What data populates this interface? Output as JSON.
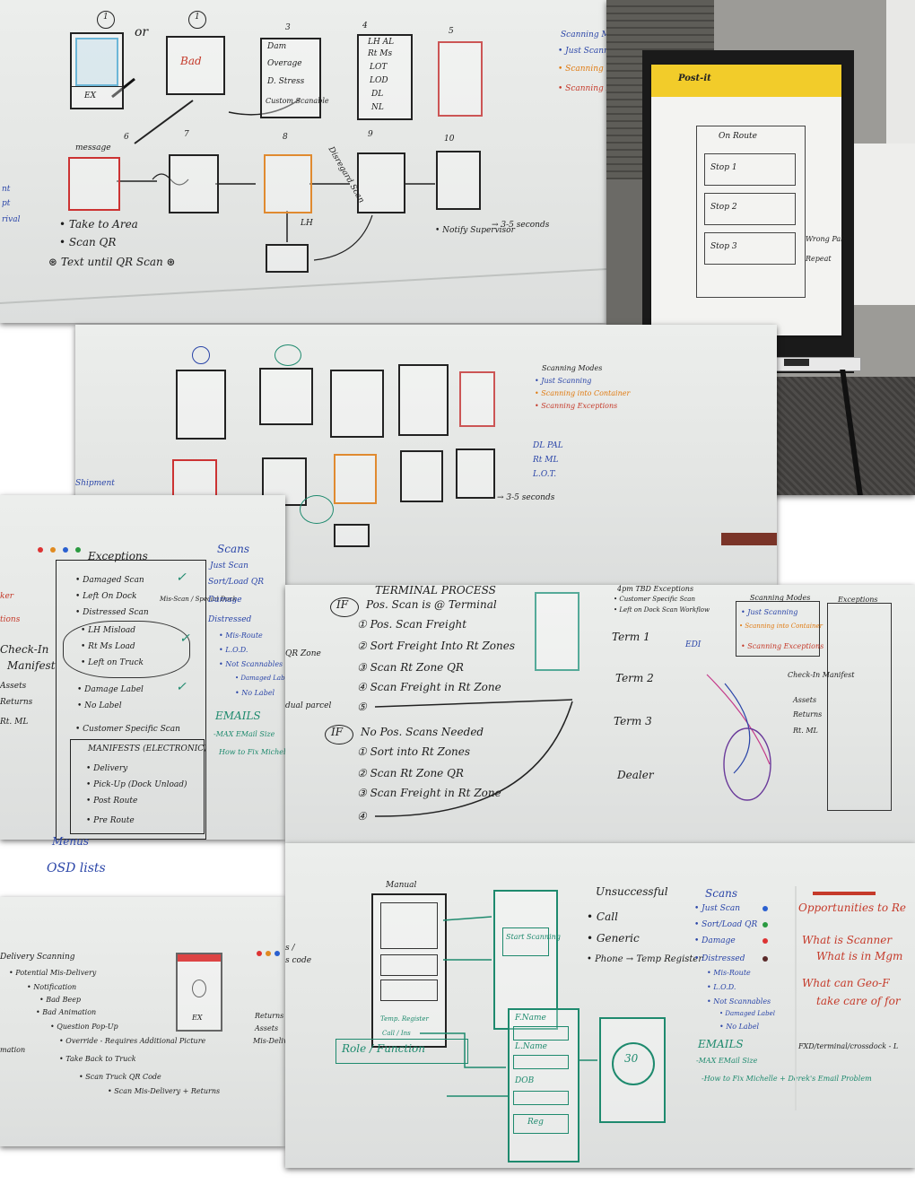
{
  "top_board": {
    "step_numbers": [
      "1",
      "1",
      "3",
      "4",
      "5",
      "6",
      "7",
      "8",
      "9",
      "10"
    ],
    "or_label": "or",
    "ex_label": "EX",
    "bad_label": "Bad",
    "list_items": [
      "Dam",
      "Overage",
      "D. Stress",
      "Custom Scanable"
    ],
    "list4_items": [
      "LH AL",
      "Rt Ms",
      "LOT",
      "LOD",
      "DL",
      "NL"
    ],
    "message_label": "message",
    "bullets": [
      "• Take to Area",
      "• Scan QR",
      "⊛ Text until QR Scan ⊛"
    ],
    "notify": "• Notify Supervisor",
    "seconds": "→ 3-5 seconds",
    "lh_label": "LH",
    "disreg": "Disregard Scan",
    "right_heading": "Scanning Modes",
    "right_modes": [
      "• Just Scanning",
      "• Scanning into Container",
      "• Scanning Exceptions"
    ],
    "left_fragments": [
      "nt",
      "pt",
      "rival"
    ]
  },
  "easel": {
    "brand": "Post-it",
    "header": "On Route",
    "stops": [
      "Stop 1",
      "Stop 2",
      "Stop 3"
    ],
    "side_notes": [
      "Wrong Pallet",
      "Repeat"
    ]
  },
  "middle_board": {
    "modes_heading": "Scanning Modes",
    "modes": [
      "• Just Scanning",
      "• Scanning into Container",
      "• Scanning Exceptions"
    ],
    "circled": [
      "DL PAL",
      "Rt ML",
      "L.O.T."
    ],
    "shipment": "Shipment",
    "seconds": "→ 3-5 seconds"
  },
  "exceptions_board": {
    "title": "Exceptions",
    "items": [
      "• Damaged Scan",
      "• Left On Dock",
      "• Distressed Scan",
      "• LH Misload",
      "• Rt Ms Load",
      "• Left on Truck",
      "• Damage Label",
      "• No Label",
      "• Customer Specific Scan"
    ],
    "mis_special": "Mis-Scan / Special Dock",
    "manifests": "MANIFESTS (ELECTRONIC)",
    "manifest_items": [
      "• Delivery",
      "• Pick-Up (Dock Unload)",
      "• Post Route",
      "• Pre Route"
    ],
    "scans_heading": "Scans",
    "scans": [
      "Just Scan",
      "Sort/Load QR",
      "Damage",
      "Distressed"
    ],
    "distressed_sub": [
      "• Mis-Route",
      "• L.O.D.",
      "• Not Scannables"
    ],
    "nonscan_sub": [
      "• Damaged Label",
      "• No Label"
    ],
    "emails": "EMAILS",
    "emails_sub": [
      "-MAX EMail Size",
      "How to Fix Michelle"
    ],
    "left_items": [
      "Check-In",
      "Manifest",
      "Assets",
      "Returns",
      "Rt. ML"
    ],
    "left_red": [
      "ker",
      "tions"
    ],
    "menus": "Menus",
    "osd": "OSD lists"
  },
  "process_board": {
    "title": "TERMINAL PROCESS",
    "if1": "IF",
    "cond1": "Pos. Scan is @ Terminal",
    "steps1": [
      "① Pos. Scan Freight",
      "② Sort Freight Into Rt Zones",
      "③ Scan Rt Zone QR",
      "④ Scan Freight in Rt Zone",
      "⑤"
    ],
    "if2": "IF",
    "cond2": "No Pos. Scans Needed",
    "steps2": [
      "① Sort into Rt Zones",
      "② Scan Rt Zone QR",
      "③ Scan Freight in Rt Zone",
      "④"
    ],
    "qr_zone": "QR Zone",
    "parcel": "dual parcel",
    "terms": [
      "Term 1",
      "Term 2",
      "Term 3",
      "Dealer"
    ],
    "header_note": "4pm TBD Exceptions",
    "header_sub": [
      "• Customer Specific Scan",
      "• Left on Dock Scan Workflow"
    ],
    "mini_modes_heading": "Scanning Modes",
    "mini_modes": [
      "• Just Scanning",
      "• Scanning into Container",
      "• Scanning Exceptions"
    ],
    "mini_exceptions": "Exceptions",
    "mini_left": [
      "Check-In Manifest",
      "Assets",
      "Returns",
      "Rt. ML"
    ],
    "edi": "EDI"
  },
  "delivery_board": {
    "heading": "Delivery Scanning",
    "lines": [
      "• Potential Mis-Delivery",
      "• Notification",
      "• Bad Beep",
      "• Bad Animation",
      "• Question Pop-Up",
      "• Override - Requires Additional Picture",
      "• Take Back to Truck",
      "• Scan Truck QR Code",
      "• Scan Mis-Delivery + Returns"
    ],
    "left_fragment": "mation",
    "ex_label": "EX",
    "right_fragments": [
      "Returns",
      "Assets",
      "Mis-Delivery"
    ]
  },
  "login_board": {
    "manual": "Manual",
    "start_scanning": "Start Scanning",
    "temp_register": "Temp. Register",
    "call_label": "Call / Ins",
    "role": "Role / Function",
    "form_fields": [
      "F.Name",
      "L.Name",
      "DOB",
      "Reg"
    ],
    "timer": "30",
    "unsuccessful": "Unsuccessful",
    "unsuccessful_items": [
      "• Call",
      "• Generic",
      "• Phone → Temp Register"
    ],
    "scans_heading": "Scans",
    "scans": [
      "• Just Scan",
      "• Sort/Load QR",
      "• Damage",
      "• Distressed"
    ],
    "distressed_sub": [
      "• Mis-Route",
      "• L.O.D.",
      "• Not Scannables"
    ],
    "nonscan_sub": [
      "• Damaged Label",
      "• No Label"
    ],
    "emails": "EMAILS",
    "emails_sub": [
      "-MAX EMail Size",
      "-How to Fix Michelle + Derek's Email Problem"
    ],
    "red_notes": [
      "Opportunities to Re",
      "What is Scanner",
      "What is in Mgm",
      "What can Geo-F",
      "take care of for"
    ],
    "bottom_note": "FXD/terminal/crossdock - L",
    "left_fragments": [
      "s /",
      "s code"
    ]
  },
  "colors": {
    "board": "#e6e8e6",
    "ink_black": "#1c1c1c",
    "ink_blue": "#2a45a8",
    "ink_red": "#c53a2a",
    "ink_orange": "#e07a10",
    "ink_green": "#1e8a6e",
    "postit_yellow": "#f2cc2a",
    "carpet": "#4c4a48"
  }
}
